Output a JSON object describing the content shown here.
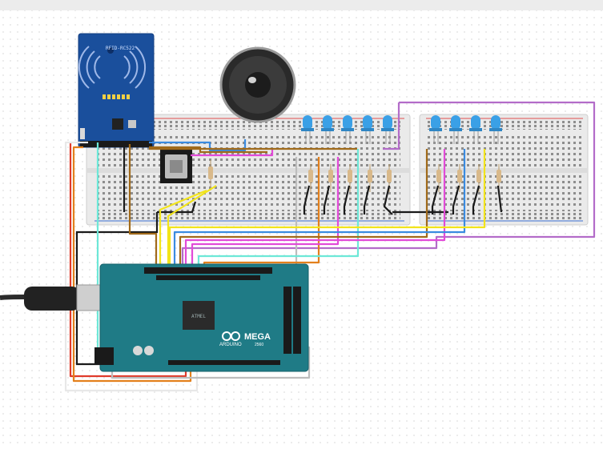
{
  "rfid": {
    "label": "RFID-RC522"
  },
  "board": {
    "brand": "ARDUINO",
    "model": "MEGA",
    "variant": "2560",
    "chip_text": "ATMEL"
  },
  "colors": {
    "workspace_dot": "#e4e4e4",
    "breadboard": "#ededed",
    "rfid_blue": "#1a4f9c",
    "arduino_teal": "#1f7b86",
    "led": "#3aa0e6",
    "wire_black": "#1a1a1a",
    "wire_red": "#e03b2b",
    "wire_orange": "#e3801c",
    "wire_yellow": "#f2e41b",
    "wire_green": "#3fc0a0",
    "wire_cyan": "#6de8d8",
    "wire_purple": "#b36cc9",
    "wire_magenta": "#e24ad8",
    "wire_blue": "#3a8be0",
    "wire_brown": "#a06a1a",
    "wire_gray": "#bdbdbd",
    "wire_white": "#e8e8e8"
  },
  "components": {
    "rfid_reader": "rfid-icon",
    "speaker": "speaker-icon",
    "mp3_module": "sd-card-icon",
    "leds": "led-icon",
    "resistors": "resistor-icon",
    "usb_cable": "usb-cable-icon"
  }
}
